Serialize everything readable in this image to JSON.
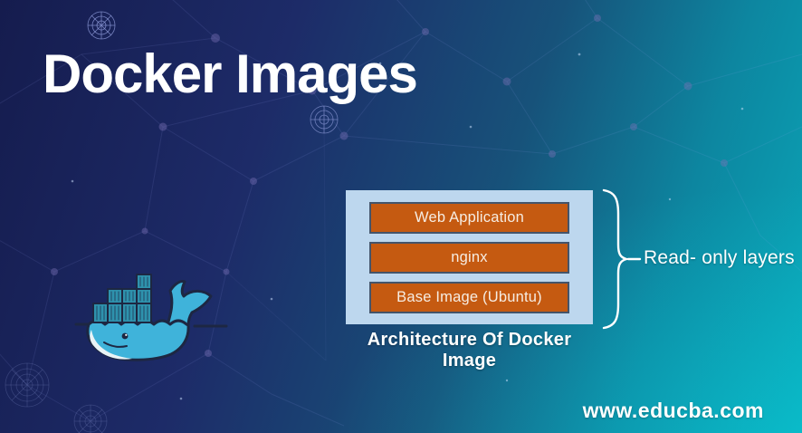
{
  "title": "Docker Images",
  "watermark": "www.educba.com",
  "diagram": {
    "caption": "Architecture Of Docker Image",
    "layers": [
      "Web Application",
      "nginx",
      "Base Image (Ubuntu)"
    ],
    "brace_label": "Read- only layers"
  },
  "icons": {
    "logo": "docker-whale-icon",
    "brace": "curly-brace-icon"
  },
  "colors": {
    "bg-navy-dark": "#151c4e",
    "bg-navy": "#1d2b68",
    "bg-teal": "#0aa9ba",
    "panel": "#bdd7ee",
    "layer-fill": "#c55a11",
    "layer-border": "#44546a",
    "layer-text": "#f6ece2",
    "ink": "#ffffff",
    "whale-body": "#3fb3da",
    "whale-outline": "#1d2742",
    "whale-belly": "#e9f3f6",
    "container-fill": "#2e92ad"
  }
}
